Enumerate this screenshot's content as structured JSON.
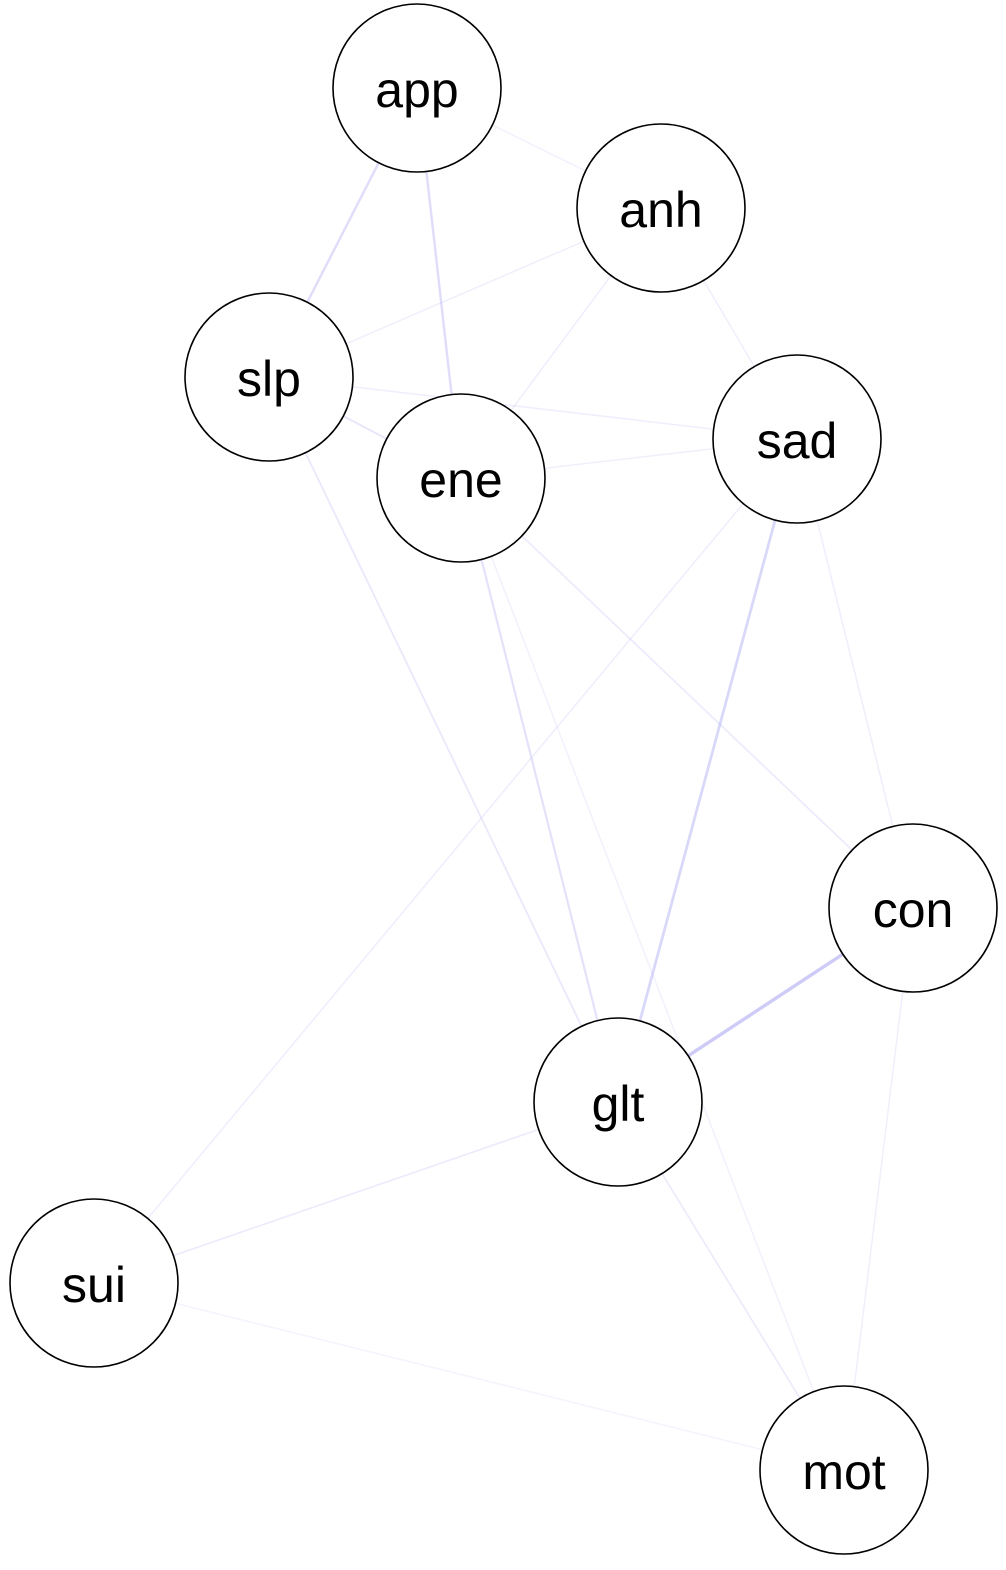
{
  "network": {
    "edge_color": "#a8a4f0",
    "node_fill": "#ffffff",
    "node_stroke": "#000000",
    "nodes": [
      {
        "id": "app",
        "label": "app"
      },
      {
        "id": "anh",
        "label": "anh"
      },
      {
        "id": "slp",
        "label": "slp"
      },
      {
        "id": "ene",
        "label": "ene"
      },
      {
        "id": "sad",
        "label": "sad"
      },
      {
        "id": "con",
        "label": "con"
      },
      {
        "id": "glt",
        "label": "glt"
      },
      {
        "id": "sui",
        "label": "sui"
      },
      {
        "id": "mot",
        "label": "mot"
      }
    ],
    "edges": [
      {
        "source": "glt",
        "target": "con",
        "weight": 0.3
      },
      {
        "source": "sad",
        "target": "glt",
        "weight": 0.22
      },
      {
        "source": "app",
        "target": "slp",
        "weight": 0.18
      },
      {
        "source": "app",
        "target": "ene",
        "weight": 0.18
      },
      {
        "source": "ene",
        "target": "glt",
        "weight": 0.15
      },
      {
        "source": "slp",
        "target": "ene",
        "weight": 0.12
      },
      {
        "source": "slp",
        "target": "glt",
        "weight": 0.1
      },
      {
        "source": "ene",
        "target": "con",
        "weight": 0.09
      },
      {
        "source": "sad",
        "target": "sui",
        "weight": 0.07
      },
      {
        "source": "glt",
        "target": "mot",
        "weight": 0.09
      },
      {
        "source": "glt",
        "target": "sui",
        "weight": 0.09
      },
      {
        "source": "slp",
        "target": "sad",
        "weight": 0.07
      },
      {
        "source": "anh",
        "target": "ene",
        "weight": 0.07
      },
      {
        "source": "anh",
        "target": "slp",
        "weight": 0.06
      },
      {
        "source": "anh",
        "target": "sad",
        "weight": 0.06
      },
      {
        "source": "ene",
        "target": "sad",
        "weight": 0.06
      },
      {
        "source": "sad",
        "target": "con",
        "weight": 0.07
      },
      {
        "source": "con",
        "target": "mot",
        "weight": 0.06
      },
      {
        "source": "app",
        "target": "anh",
        "weight": 0.05
      },
      {
        "source": "sui",
        "target": "mot",
        "weight": 0.04
      },
      {
        "source": "ene",
        "target": "mot",
        "weight": 0.05
      }
    ]
  }
}
